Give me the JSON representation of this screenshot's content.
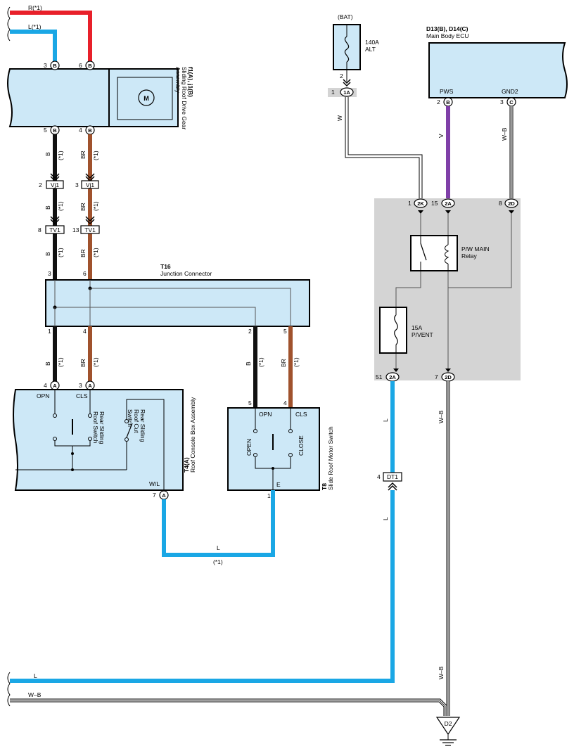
{
  "top_wires": {
    "red": "R(*1)",
    "blue": "L(*1)"
  },
  "motor": {
    "ref": "f1(A), j1(B)",
    "name": "Sliding Roof Drive Gear Assembly",
    "line1": "Sliding Roof Drive Gear",
    "line2": "Assembly",
    "symbol": "M",
    "pin_left_top": "3",
    "pin_right_top": "6",
    "pin_left_bot": "5",
    "pin_right_bot": "4",
    "conn_letter": "B"
  },
  "wire_labels": {
    "black": "B",
    "brown": "BR",
    "note": "(*1)",
    "blue": "L",
    "white": "W",
    "violet": "V",
    "white_black": "W–B"
  },
  "vj1": {
    "label": "Vj1",
    "pin_left": "2",
    "pin_right": "3"
  },
  "tv1": {
    "label": "TV1",
    "pin_left": "8",
    "pin_right": "13"
  },
  "junction": {
    "ref": "T16",
    "name": "Junction Connector",
    "pins_top": [
      "3",
      "6"
    ],
    "pins_bottom": [
      "1",
      "4",
      "2",
      "5"
    ]
  },
  "console": {
    "ref": "T4(A)",
    "name": "Roof Console Box Assembly",
    "opn": "OPN",
    "cls": "CLS",
    "wl": "W/L",
    "sw1a": "Rear Sliding",
    "sw1b": "Roof Switch",
    "sw2a": "Rear Sliding",
    "sw2b": "Roof Cut",
    "sw2c": "Switch",
    "pins": [
      "4",
      "3",
      "7"
    ],
    "conn_letter": "A"
  },
  "slide_switch": {
    "ref": "T8",
    "name": "Slide Roof Motor Switch",
    "opn": "OPN",
    "cls": "CLS",
    "open": "OPEN",
    "close": "CLOSE",
    "e": "E",
    "pins": [
      "5",
      "4",
      "1"
    ]
  },
  "bat": {
    "label": "(BAT)",
    "fuse_amp": "140A",
    "fuse_name": "ALT",
    "pin": "2",
    "conn_pin": "1",
    "conn": "1A"
  },
  "ecu": {
    "ref": "D13(B), D14(C)",
    "name": "Main Body ECU",
    "pws": "PWS",
    "gnd2": "GND2",
    "pin_pws": "2",
    "pin_gnd2": "3",
    "conn_pws": "B",
    "conn_gnd2": "C"
  },
  "relay_block": {
    "pins_top": [
      {
        "num": "1",
        "conn": "2K"
      },
      {
        "num": "15",
        "conn": "2A"
      },
      {
        "num": "8",
        "conn": "2D"
      }
    ],
    "relay_line1": "P/W MAIN",
    "relay_line2": "Relay",
    "fuse_amp": "15A",
    "fuse_name": "P/VENT",
    "pins_bottom": [
      {
        "num": "51",
        "conn": "2A"
      },
      {
        "num": "7",
        "conn": "2D"
      }
    ]
  },
  "dt1": {
    "label": "DT1",
    "pin": "4"
  },
  "ground": {
    "label": "D2"
  },
  "bottom_wires": {
    "blue": "L",
    "wb": "W–B"
  }
}
